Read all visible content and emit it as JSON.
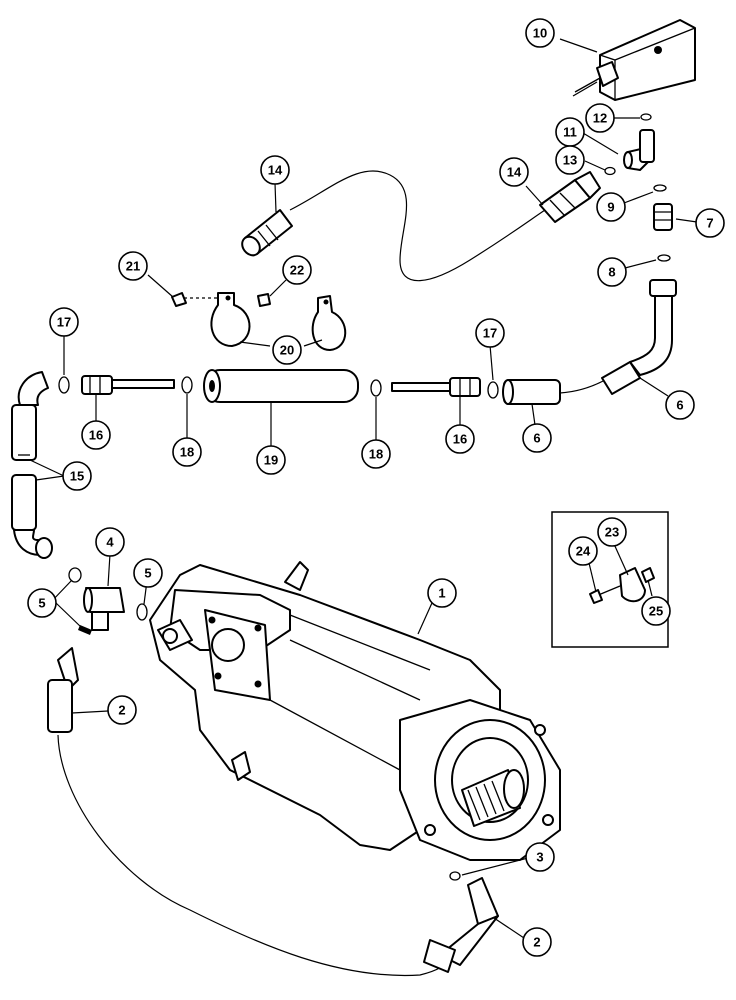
{
  "callouts": [
    {
      "id": "c1",
      "label": "1"
    },
    {
      "id": "c2a",
      "label": "2"
    },
    {
      "id": "c2b",
      "label": "2"
    },
    {
      "id": "c3",
      "label": "3"
    },
    {
      "id": "c4",
      "label": "4"
    },
    {
      "id": "c5a",
      "label": "5"
    },
    {
      "id": "c5b",
      "label": "5"
    },
    {
      "id": "c6a",
      "label": "6"
    },
    {
      "id": "c6b",
      "label": "6"
    },
    {
      "id": "c7",
      "label": "7"
    },
    {
      "id": "c8",
      "label": "8"
    },
    {
      "id": "c9",
      "label": "9"
    },
    {
      "id": "c10",
      "label": "10"
    },
    {
      "id": "c11",
      "label": "11"
    },
    {
      "id": "c12",
      "label": "12"
    },
    {
      "id": "c13",
      "label": "13"
    },
    {
      "id": "c14a",
      "label": "14"
    },
    {
      "id": "c14b",
      "label": "14"
    },
    {
      "id": "c15",
      "label": "15"
    },
    {
      "id": "c16a",
      "label": "16"
    },
    {
      "id": "c16b",
      "label": "16"
    },
    {
      "id": "c17a",
      "label": "17"
    },
    {
      "id": "c17b",
      "label": "17"
    },
    {
      "id": "c18a",
      "label": "18"
    },
    {
      "id": "c18b",
      "label": "18"
    },
    {
      "id": "c19",
      "label": "19"
    },
    {
      "id": "c20",
      "label": "20"
    },
    {
      "id": "c21",
      "label": "21"
    },
    {
      "id": "c22",
      "label": "22"
    },
    {
      "id": "c23",
      "label": "23"
    },
    {
      "id": "c24",
      "label": "24"
    },
    {
      "id": "c25",
      "label": "25"
    }
  ]
}
